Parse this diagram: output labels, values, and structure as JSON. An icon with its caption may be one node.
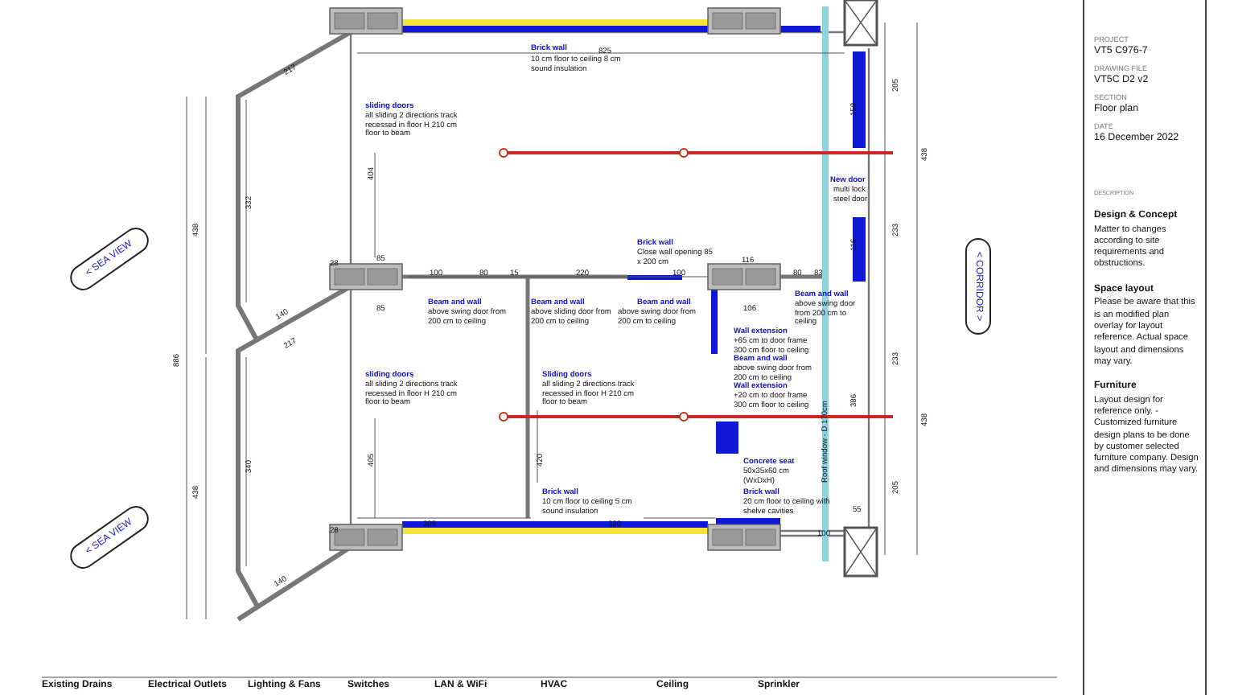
{
  "diagram": {
    "nodes": [
      {
        "text": [
          "< SEA VIEW"
        ]
      },
      {
        "text": [
          "< SEA VIEW"
        ]
      },
      {
        "text": [
          "< CORRIDOR >"
        ]
      },
      {
        "text": [
          "PROJECT",
          "VT5 C976-7",
          "DRAWING FILE",
          "VT5C D2 v2",
          "SECTION",
          "Floor plan",
          "DATE",
          "16 December 2022",
          "DESCRIPTION",
          "Design & Concept",
          "Matter to changes according to site requirements and obstructions.",
          "Space layout",
          "Please be aware that this is an modified plan overlay for layout reference. Actual space layout and dimensions may vary.",
          "Furniture",
          "Layout design for reference only. - Customized furniture design plans to be done by customer selected furniture company. Design and dimensions may vary."
        ]
      }
    ],
    "labels": [
      "Brick wall",
      "10 cm floor to ceiling 8 cm sound insulation",
      "825",
      "217",
      "sliding doors",
      "all sliding 2 directions track recessed in floor H 210 cm floor to beam",
      "404",
      "438",
      "332",
      "28",
      "85",
      "100",
      "80",
      "15",
      "220",
      "100",
      "116",
      "Brick wall",
      "Close wall opening 85 x 200 cm",
      "85",
      "140",
      "217",
      "Beam and wall",
      "above swing door from 200 cm to ceiling",
      "Beam and wall",
      "above sliding door from 200 cm to ceiling",
      "Beam and wall",
      "above swing door from 200 cm to ceiling",
      "106",
      "Beam and wall",
      "above swing door from 200 cm to ceiling",
      "Wall extension",
      "+65 cm to door frame 300 cm floor to ceiling",
      "Beam and wall",
      "above swing door from 200 cm to ceiling",
      "Wall extension",
      "+20 cm to door frame 300 cm floor to ceiling",
      "sliding doors",
      "all sliding 2 directions track recessed in floor H 210 cm floor to beam",
      "405",
      "Sliding doors",
      "all sliding 2 directions track recessed in floor H 210 cm floor to beam",
      "420",
      "886",
      "438",
      "340",
      "Concrete seat",
      "50x35x60 cm (WxDxH)",
      "Brick wall",
      "10 cm floor to ceiling 5 cm sound insulation",
      "Brick wall",
      "20 cm floor to ceiling with shelve cavities",
      "205",
      "320",
      "28",
      "140",
      "New door",
      "multi lock steel door",
      "Roof window - D 170cm",
      "205",
      "438",
      "233",
      "233",
      "438",
      "205",
      "386",
      "116",
      "150",
      "80",
      "83",
      "55",
      "100",
      "Existing Drains",
      "Electrical Outlets",
      "Lighting & Fans",
      "Switches",
      "LAN & WiFi",
      "HVAC",
      "Ceiling",
      "Sprinkler"
    ]
  }
}
